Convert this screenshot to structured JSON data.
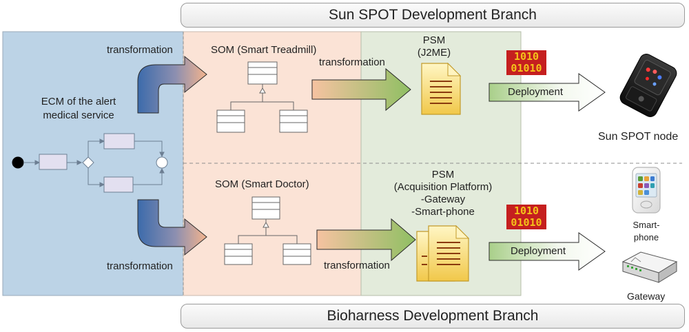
{
  "branches": {
    "top": "Sun SPOT Development Branch",
    "bottom": "Bioharness Development Branch"
  },
  "ecm": {
    "line1": "ECM of the alert",
    "line2": "medical service"
  },
  "labels": {
    "transformation_top_left": "transformation",
    "transformation_bottom_left": "transformation",
    "transformation_top_mid": "transformation",
    "transformation_bottom_mid": "transformation",
    "som_top": "SOM (Smart Treadmill)",
    "som_bottom": "SOM (Smart Doctor)",
    "psm_top_1": "PSM",
    "psm_top_2": "(J2ME)",
    "psm_bottom_1": "PSM",
    "psm_bottom_2": "(Acquisition Platform)",
    "psm_bottom_3": "-Gateway",
    "psm_bottom_4": "-Smart-phone",
    "deployment_top": "Deployment",
    "deployment_bottom": "Deployment",
    "device_sunspot": "Sun SPOT node",
    "device_phone_1": "Smart-",
    "device_phone_2": "phone",
    "device_gateway": "Gateway",
    "binary_line1": "1010",
    "binary_line2": "01010"
  },
  "colors": {
    "ecm_bg": "#bcd3e6",
    "som_bg": "#fbe3d6",
    "psm_bg": "#e3ebdb",
    "arrow_blue": "#3f6fae",
    "arrow_orange": "#f5b690",
    "arrow_green": "#8fbf63",
    "binary_bg": "#c51f1f",
    "binary_fg": "#f4c21a"
  }
}
